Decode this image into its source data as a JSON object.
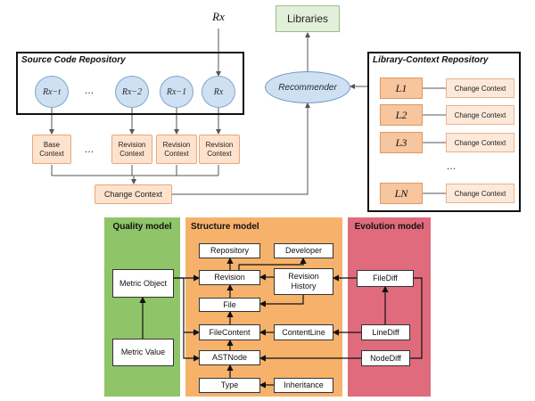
{
  "top": {
    "rx_label": "Rx",
    "libraries_label": "Libraries",
    "recommender_label": "Recommender",
    "source_repo": {
      "title": "Source Code Repository",
      "revisions": [
        "Rx−t",
        "Rx−2",
        "Rx−1",
        "Rx"
      ],
      "ellipsis": "…"
    },
    "contexts": {
      "base": "Base Context",
      "revision": "Revision Context",
      "ellipsis": "…",
      "change": "Change Context"
    },
    "library_repo": {
      "title": "Library-Context Repository",
      "libraries": [
        "L1",
        "L2",
        "L3",
        "LN"
      ],
      "change_context_label": "Change Context",
      "ellipsis": "…"
    }
  },
  "bottom": {
    "quality": {
      "title": "Quality model",
      "boxes": {
        "metric_object": "Metric Object",
        "metric_value": "Metric Value"
      }
    },
    "structure": {
      "title": "Structure model",
      "boxes": {
        "repository": "Repository",
        "developer": "Developer",
        "revision": "Revision",
        "revision_history": "Revision History",
        "file": "File",
        "file_content": "FileContent",
        "content_line": "ContentLine",
        "ast_node": "ASTNode",
        "type": "Type",
        "inheritance": "Inheritance"
      }
    },
    "evolution": {
      "title": "Evolution model",
      "boxes": {
        "file_diff": "FileDiff",
        "line_diff": "LineDiff",
        "node_diff": "NodeDiff"
      }
    }
  },
  "colors": {
    "quality_panel": "#8fc568",
    "structure_panel": "#f6b26b",
    "evolution_panel": "#df6b7d",
    "revision_node": "#cfe0f3",
    "context_box": "#fde3cd",
    "library_box": "#f7c59e",
    "libraries_box": "#e2efda"
  }
}
